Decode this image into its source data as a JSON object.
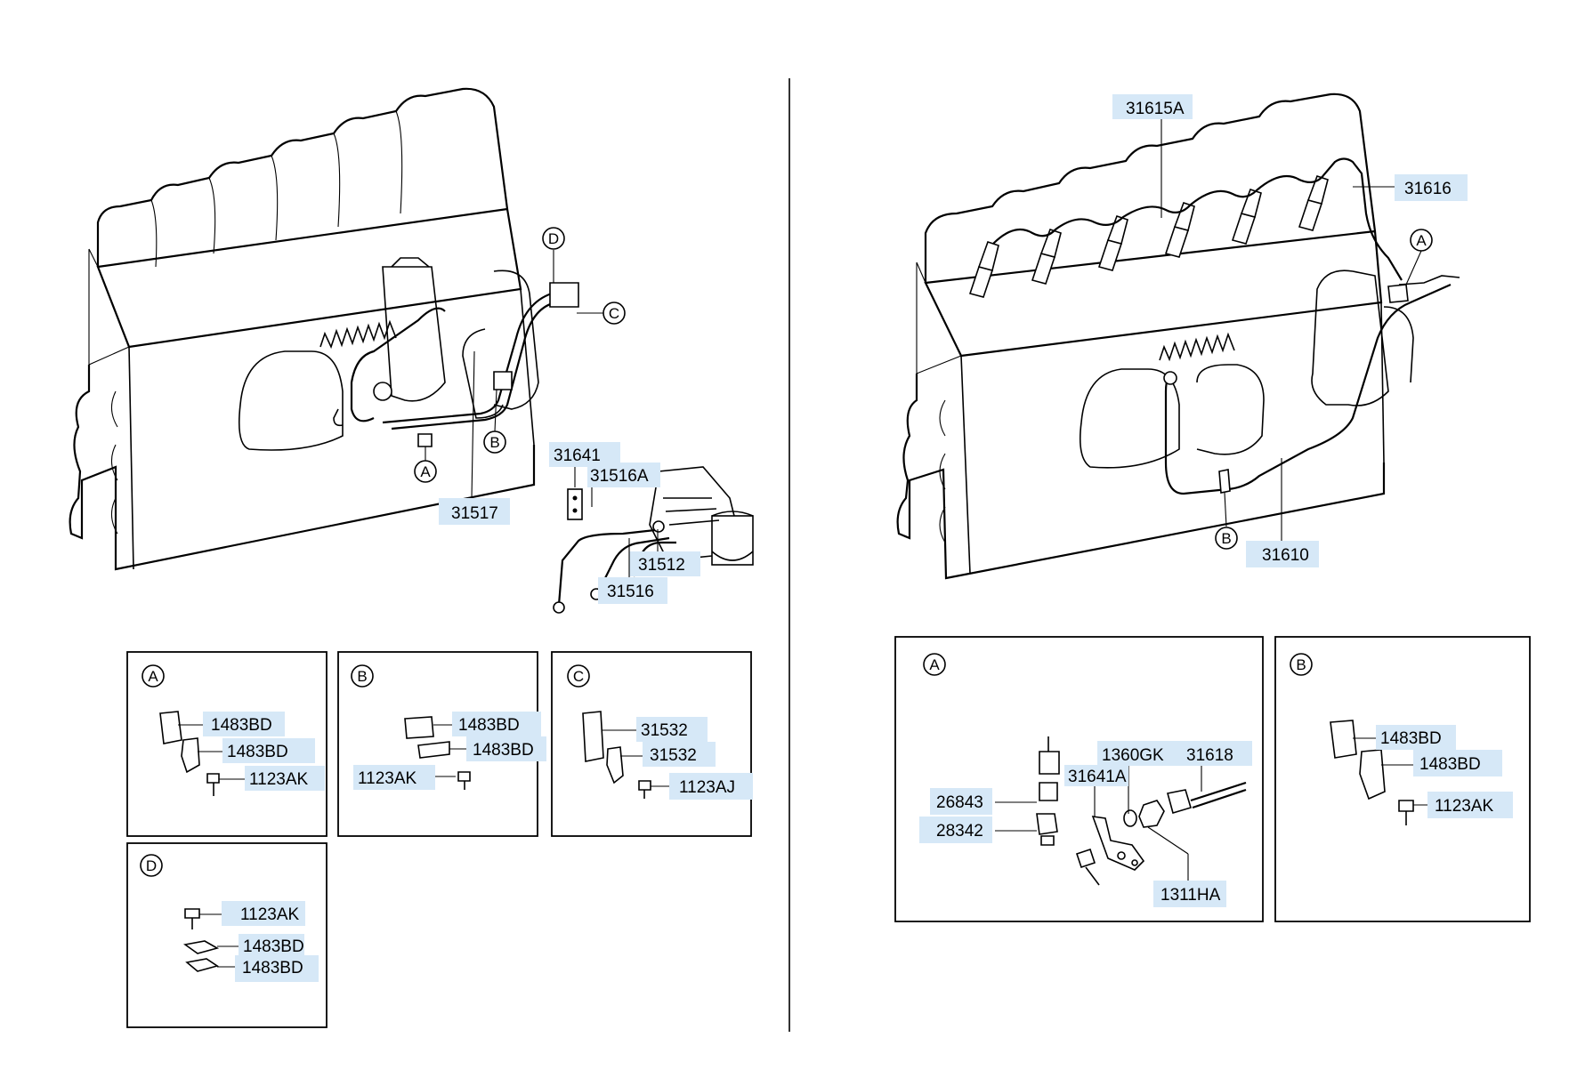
{
  "left": {
    "callouts": [
      "31641",
      "31516A",
      "31517",
      "31512",
      "31516"
    ],
    "detail_a": {
      "letter": "A",
      "parts": [
        "1483BD",
        "1483BD",
        "1123AK"
      ]
    },
    "detail_b": {
      "letter": "B",
      "parts": [
        "1483BD",
        "1483BD",
        "1123AK"
      ]
    },
    "detail_c": {
      "letter": "C",
      "parts": [
        "31532",
        "31532",
        "1123AJ"
      ]
    },
    "detail_d": {
      "letter": "D",
      "parts": [
        "1123AK",
        "1483BD",
        "1483BD"
      ]
    },
    "markers": [
      "A",
      "B",
      "C",
      "D"
    ]
  },
  "right": {
    "callouts": [
      "31615A",
      "31616",
      "31610"
    ],
    "detail_a": {
      "letter": "A",
      "parts": [
        "1360GK",
        "31618",
        "31641A",
        "26843",
        "28342",
        "1311HA"
      ]
    },
    "detail_b": {
      "letter": "B",
      "parts": [
        "1483BD",
        "1483BD",
        "1123AK"
      ]
    },
    "markers": [
      "A",
      "B"
    ]
  }
}
